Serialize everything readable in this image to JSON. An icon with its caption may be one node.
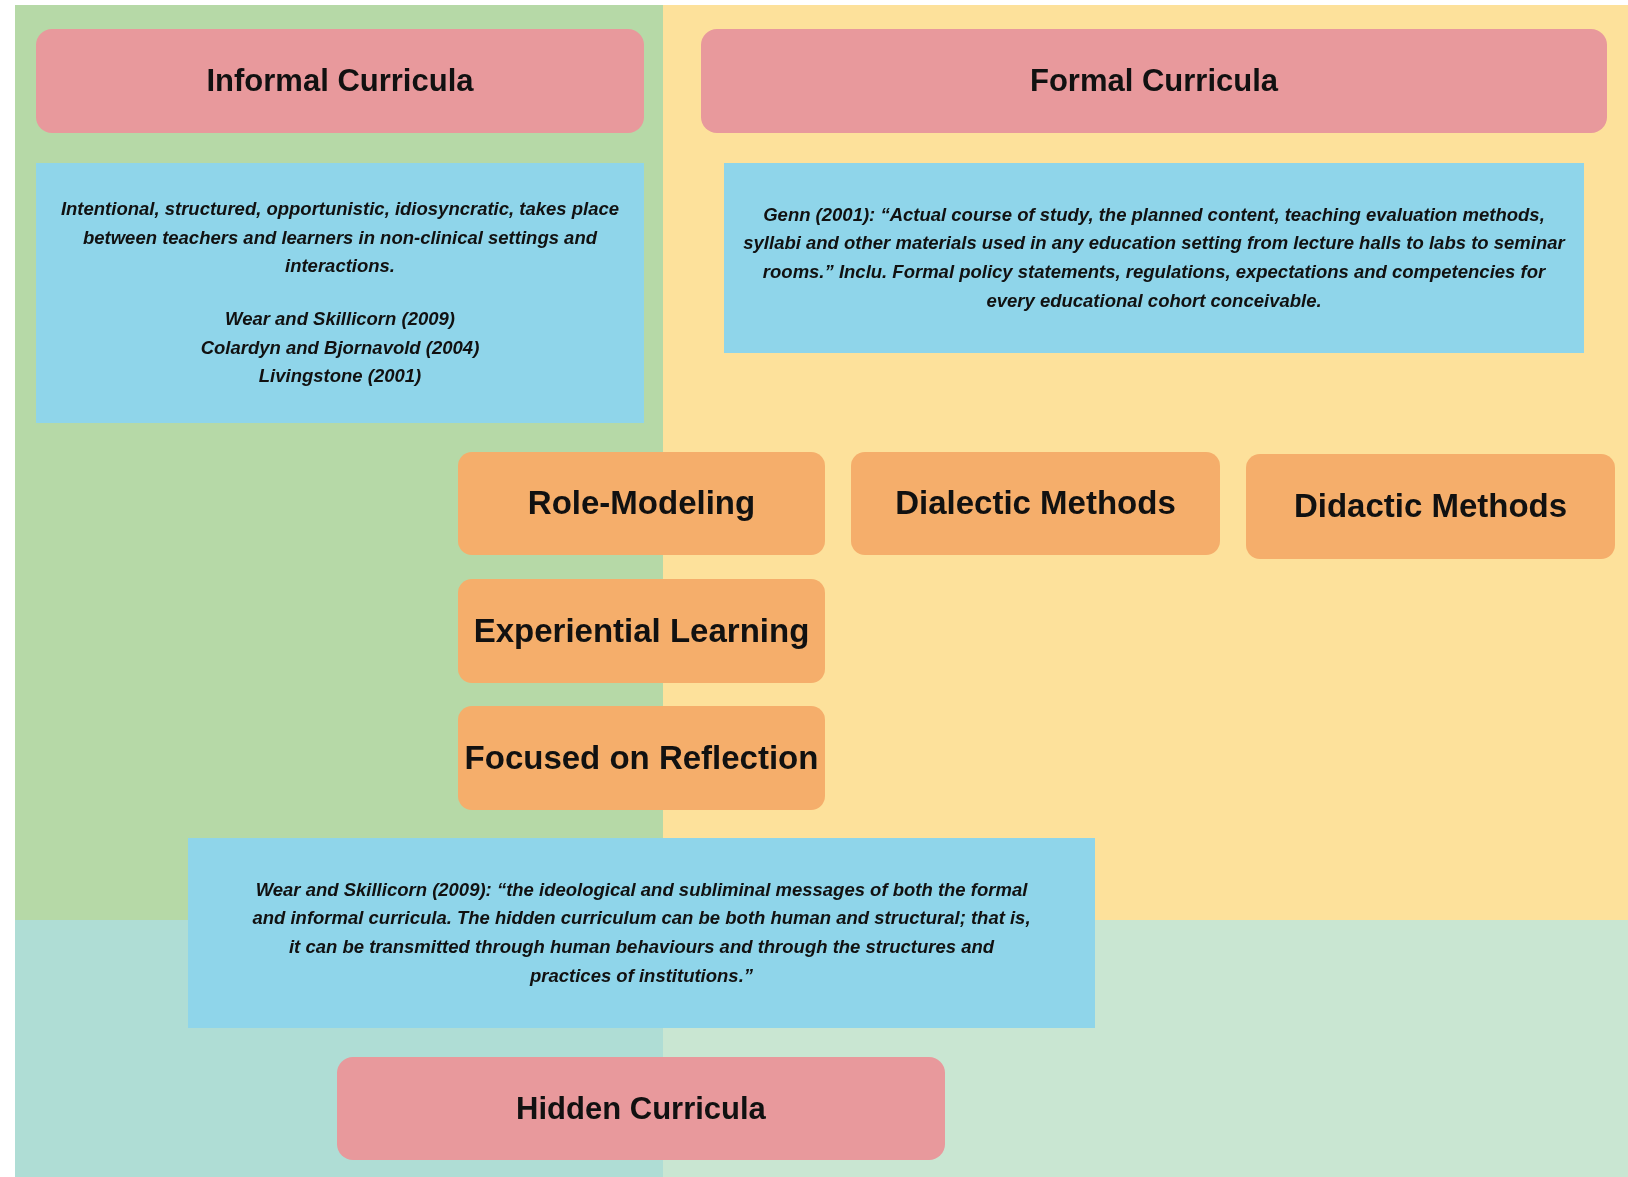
{
  "diagram": {
    "nodes": [
      {
        "text": [
          "Informal Curricula"
        ]
      },
      {
        "text": [
          "Intentional, structured, opportunistic, idiosyncratic, takes place between teachers and learners in non-clinical settings and interactions.",
          "Wear and Skillicorn (2009)",
          "Colardyn and Bjornavold (2004)",
          "Livingstone (2001)"
        ]
      },
      {
        "text": [
          "Formal Curricula"
        ]
      },
      {
        "text": [
          "Genn (2001): “Actual course of study, the planned content, teaching evaluation methods, syllabi and other materials used in any education setting from lecture halls to labs to seminar rooms.” Inclu. Formal policy statements, regulations, expectations and competencies for every educational cohort conceivable."
        ]
      },
      {
        "text": [
          "Role-Modeling"
        ]
      },
      {
        "text": [
          "Dialectic Methods"
        ]
      },
      {
        "text": [
          "Didactic Methods"
        ]
      },
      {
        "text": [
          "Experiential Learning"
        ]
      },
      {
        "text": [
          "Focused on Reflection"
        ]
      },
      {
        "text": [
          "Wear and Skillicorn (2009): “the ideological and subliminal messages of both the formal and informal curricula. The hidden curriculum can be both human and structural; that is, it can be transmitted through human behaviours and through the structures and practices of institutions.”"
        ]
      },
      {
        "text": [
          "Hidden Curricula"
        ]
      }
    ],
    "edges": []
  }
}
